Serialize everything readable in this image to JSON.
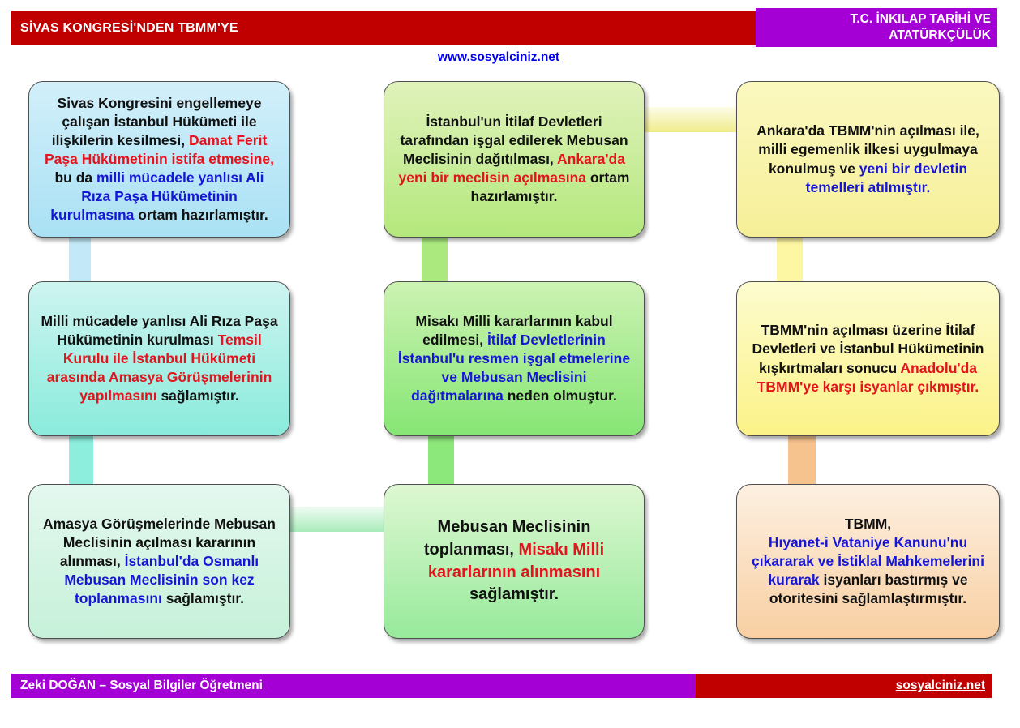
{
  "colors": {
    "red_bar": "#c00000",
    "purple": "#a400d6",
    "text_red": "#e4131d",
    "text_blue": "#1616d6",
    "link_blue": "#0000ee"
  },
  "header": {
    "title": "SİVAS KONGRESİ'NDEN TBMM'YE",
    "course_line1": "T.C. İNKILAP TARİHİ VE",
    "course_line2": "ATATÜRKÇÜLÜK",
    "website": "www.sosyalciniz.net"
  },
  "boxes": [
    {
      "id": "sivas-kongresi",
      "segments": [
        {
          "text": "Sivas Kongresini engellemeye çalışan İstanbul Hükümeti ile ilişkilerin kesilmesi, ",
          "color": "black"
        },
        {
          "text": "Damat Ferit Paşa Hükümetinin istifa etmesine,",
          "color": "red"
        },
        {
          "text": " bu da ",
          "color": "black"
        },
        {
          "text": "milli mücadele yanlısı Ali Rıza Paşa Hükümetinin kurulmasına",
          "color": "blue"
        },
        {
          "text": " ortam hazırlamıştır.",
          "color": "black"
        }
      ]
    },
    {
      "id": "istanbul-isgal",
      "segments": [
        {
          "text": "İstanbul'un İtilaf Devletleri tarafından işgal edilerek Mebusan Meclisinin dağıtılması, ",
          "color": "black"
        },
        {
          "text": "Ankara'da yeni bir meclisin açılmasına",
          "color": "red"
        },
        {
          "text": " ortam hazırlamıştır.",
          "color": "black"
        }
      ]
    },
    {
      "id": "tbmm-acilmasi",
      "segments": [
        {
          "text": "Ankara'da TBMM'nin açılması ile, milli egemenlik ilkesi uygulmaya konulmuş ve ",
          "color": "black"
        },
        {
          "text": "yeni bir devletin temelleri atılmıştır.",
          "color": "blue"
        }
      ]
    },
    {
      "id": "ali-riza-pasa",
      "segments": [
        {
          "text": "Milli mücadele yanlısı Ali Rıza Paşa Hükümetinin kurulması ",
          "color": "black"
        },
        {
          "text": "Temsil Kurulu ile İstanbul Hükümeti arasında Amasya Görüşmelerinin yapılmasını",
          "color": "red"
        },
        {
          "text": " sağlamıştır.",
          "color": "black"
        }
      ]
    },
    {
      "id": "misaki-milli-kabul",
      "segments": [
        {
          "text": "Misakı Milli kararlarının kabul edilmesi, ",
          "color": "black"
        },
        {
          "text": "İtilaf Devletlerinin İstanbul'u resmen işgal etmelerine ve Mebusan Meclisini dağıtmalarına",
          "color": "blue"
        },
        {
          "text": " neden olmuştur.",
          "color": "black"
        }
      ]
    },
    {
      "id": "isyanlar",
      "segments": [
        {
          "text": "TBMM'nin açılması üzerine İtilaf Devletleri ve İstanbul Hükümetinin kışkırtmaları sonucu ",
          "color": "black"
        },
        {
          "text": "Anadolu'da TBMM'ye karşı isyanlar çıkmıştır.",
          "color": "red"
        }
      ]
    },
    {
      "id": "amasya-gorusmeleri",
      "segments": [
        {
          "text": "Amasya Görüşmelerinde Mebusan Meclisinin açılması kararının alınması, ",
          "color": "black"
        },
        {
          "text": "İstanbul'da Osmanlı Mebusan Meclisinin son kez toplanmasını",
          "color": "blue"
        },
        {
          "text": " sağlamıştır.",
          "color": "black"
        }
      ]
    },
    {
      "id": "mebusan-toplanmasi",
      "segments": [
        {
          "text": "Mebusan Meclisinin toplanması, ",
          "color": "black"
        },
        {
          "text": "Misakı Milli kararlarının alınmasını",
          "color": "red"
        },
        {
          "text": " sağlamıştır.",
          "color": "black"
        }
      ]
    },
    {
      "id": "tbmm-otorite",
      "segments": [
        {
          "text": "TBMM,",
          "color": "black",
          "br": 1
        },
        {
          "text": "Hıyanet-i Vataniye Kanunu'nu çıkararak ve İstiklal Mahkemelerini kurarak",
          "color": "blue"
        },
        {
          "text": " isyanları bastırmış ve otoritesini sağlamlaştırmıştır.",
          "color": "black"
        }
      ]
    }
  ],
  "footer": {
    "author": "Zeki DOĞAN – Sosyal Bilgiler Öğretmeni",
    "website": "sosyalciniz.net"
  }
}
